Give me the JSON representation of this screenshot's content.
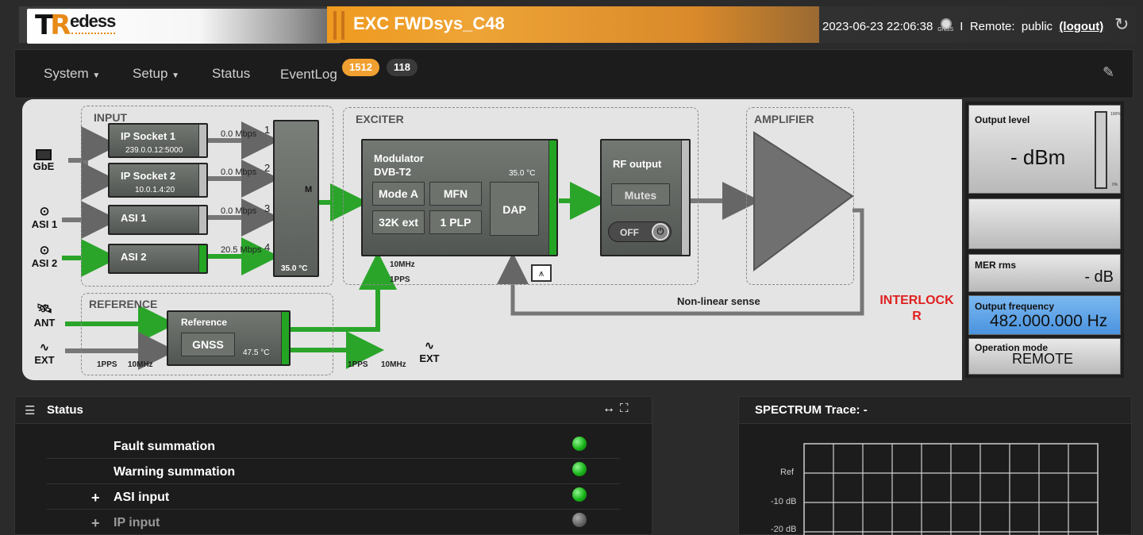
{
  "header": {
    "logo_letters": "TR",
    "logo_text": "edess",
    "title": "EXC FWDsys_C48",
    "datetime": "2023-06-23 22:06:38",
    "gnss_label": "GNSS",
    "separator": "I",
    "remote_label": "Remote:",
    "remote_user": "public",
    "logout": "(logout)"
  },
  "nav": {
    "items": [
      "System",
      "Setup",
      "Status",
      "EventLog"
    ],
    "badge_orange": "1512",
    "badge_dark": "118",
    "colors": {
      "orange": "#f0a030",
      "dark": "#3a3a3a"
    }
  },
  "diagram": {
    "sections": {
      "input": "INPUT",
      "reference": "REFERENCE",
      "exciter": "EXCITER",
      "amplifier": "AMPLIFIER"
    },
    "inputs": [
      {
        "name": "IP Socket 1",
        "addr": "239.0.0.12:5000",
        "rate": "0.0 Mbps",
        "port": "1"
      },
      {
        "name": "IP Socket 2",
        "addr": "10.0.1.4:20",
        "rate": "0.0 Mbps",
        "port": "2"
      },
      {
        "name": "ASI 1",
        "addr": "",
        "rate": "0.0 Mbps",
        "port": "3"
      },
      {
        "name": "ASI 2",
        "addr": "",
        "rate": "20.5 Mbps",
        "port": "4"
      }
    ],
    "sources": {
      "gbe": "GbE",
      "asi1": "ASI 1",
      "asi2": "ASI 2",
      "ant": "ANT",
      "ext": "EXT"
    },
    "mux_label": "M",
    "mux_temp": "35.0 °C",
    "modulator": {
      "title": "Modulator",
      "standard": "DVB-T2",
      "temp": "35.0 °C",
      "buttons": [
        "Mode A",
        "MFN",
        "32K ext",
        "1 PLP"
      ],
      "dap": "DAP"
    },
    "rf_output": {
      "title": "RF output",
      "mutes": "Mutes",
      "toggle": "OFF"
    },
    "reference": {
      "title": "Reference",
      "gnss": "GNSS",
      "temp": "47.5 °C"
    },
    "ref_labels": {
      "pps": "1PPS",
      "mhz": "10MHz"
    },
    "out_ext": "EXT",
    "nonlinear": "Non-linear sense",
    "interlock_line1": "INTERLOCK",
    "interlock_line2": "R"
  },
  "right_panel": {
    "output_level_label": "Output level",
    "output_level_value": "- dBm",
    "level_max": "100%",
    "level_min": "0%",
    "level_fraction": 0,
    "mer_label": "MER rms",
    "mer_value": "- dB",
    "freq_label": "Output frequency",
    "freq_value": "482.000.000 Hz",
    "opmode_label": "Operation mode",
    "opmode_value": "REMOTE",
    "colors": {
      "freq_bg": "#5aa0e6",
      "interlock": "#e02020"
    }
  },
  "status": {
    "title": "Status",
    "rows": [
      {
        "label": "Fault summation",
        "expand": "",
        "led": "on"
      },
      {
        "label": "Warning summation",
        "expand": "",
        "led": "on"
      },
      {
        "label": "ASI input",
        "expand": "+",
        "led": "on"
      },
      {
        "label": "IP input",
        "expand": "+",
        "led": "off"
      }
    ]
  },
  "spectrum": {
    "title": "SPECTRUM Trace: -",
    "y_labels": [
      "Ref",
      "-10 dB",
      "-20 dB"
    ]
  }
}
